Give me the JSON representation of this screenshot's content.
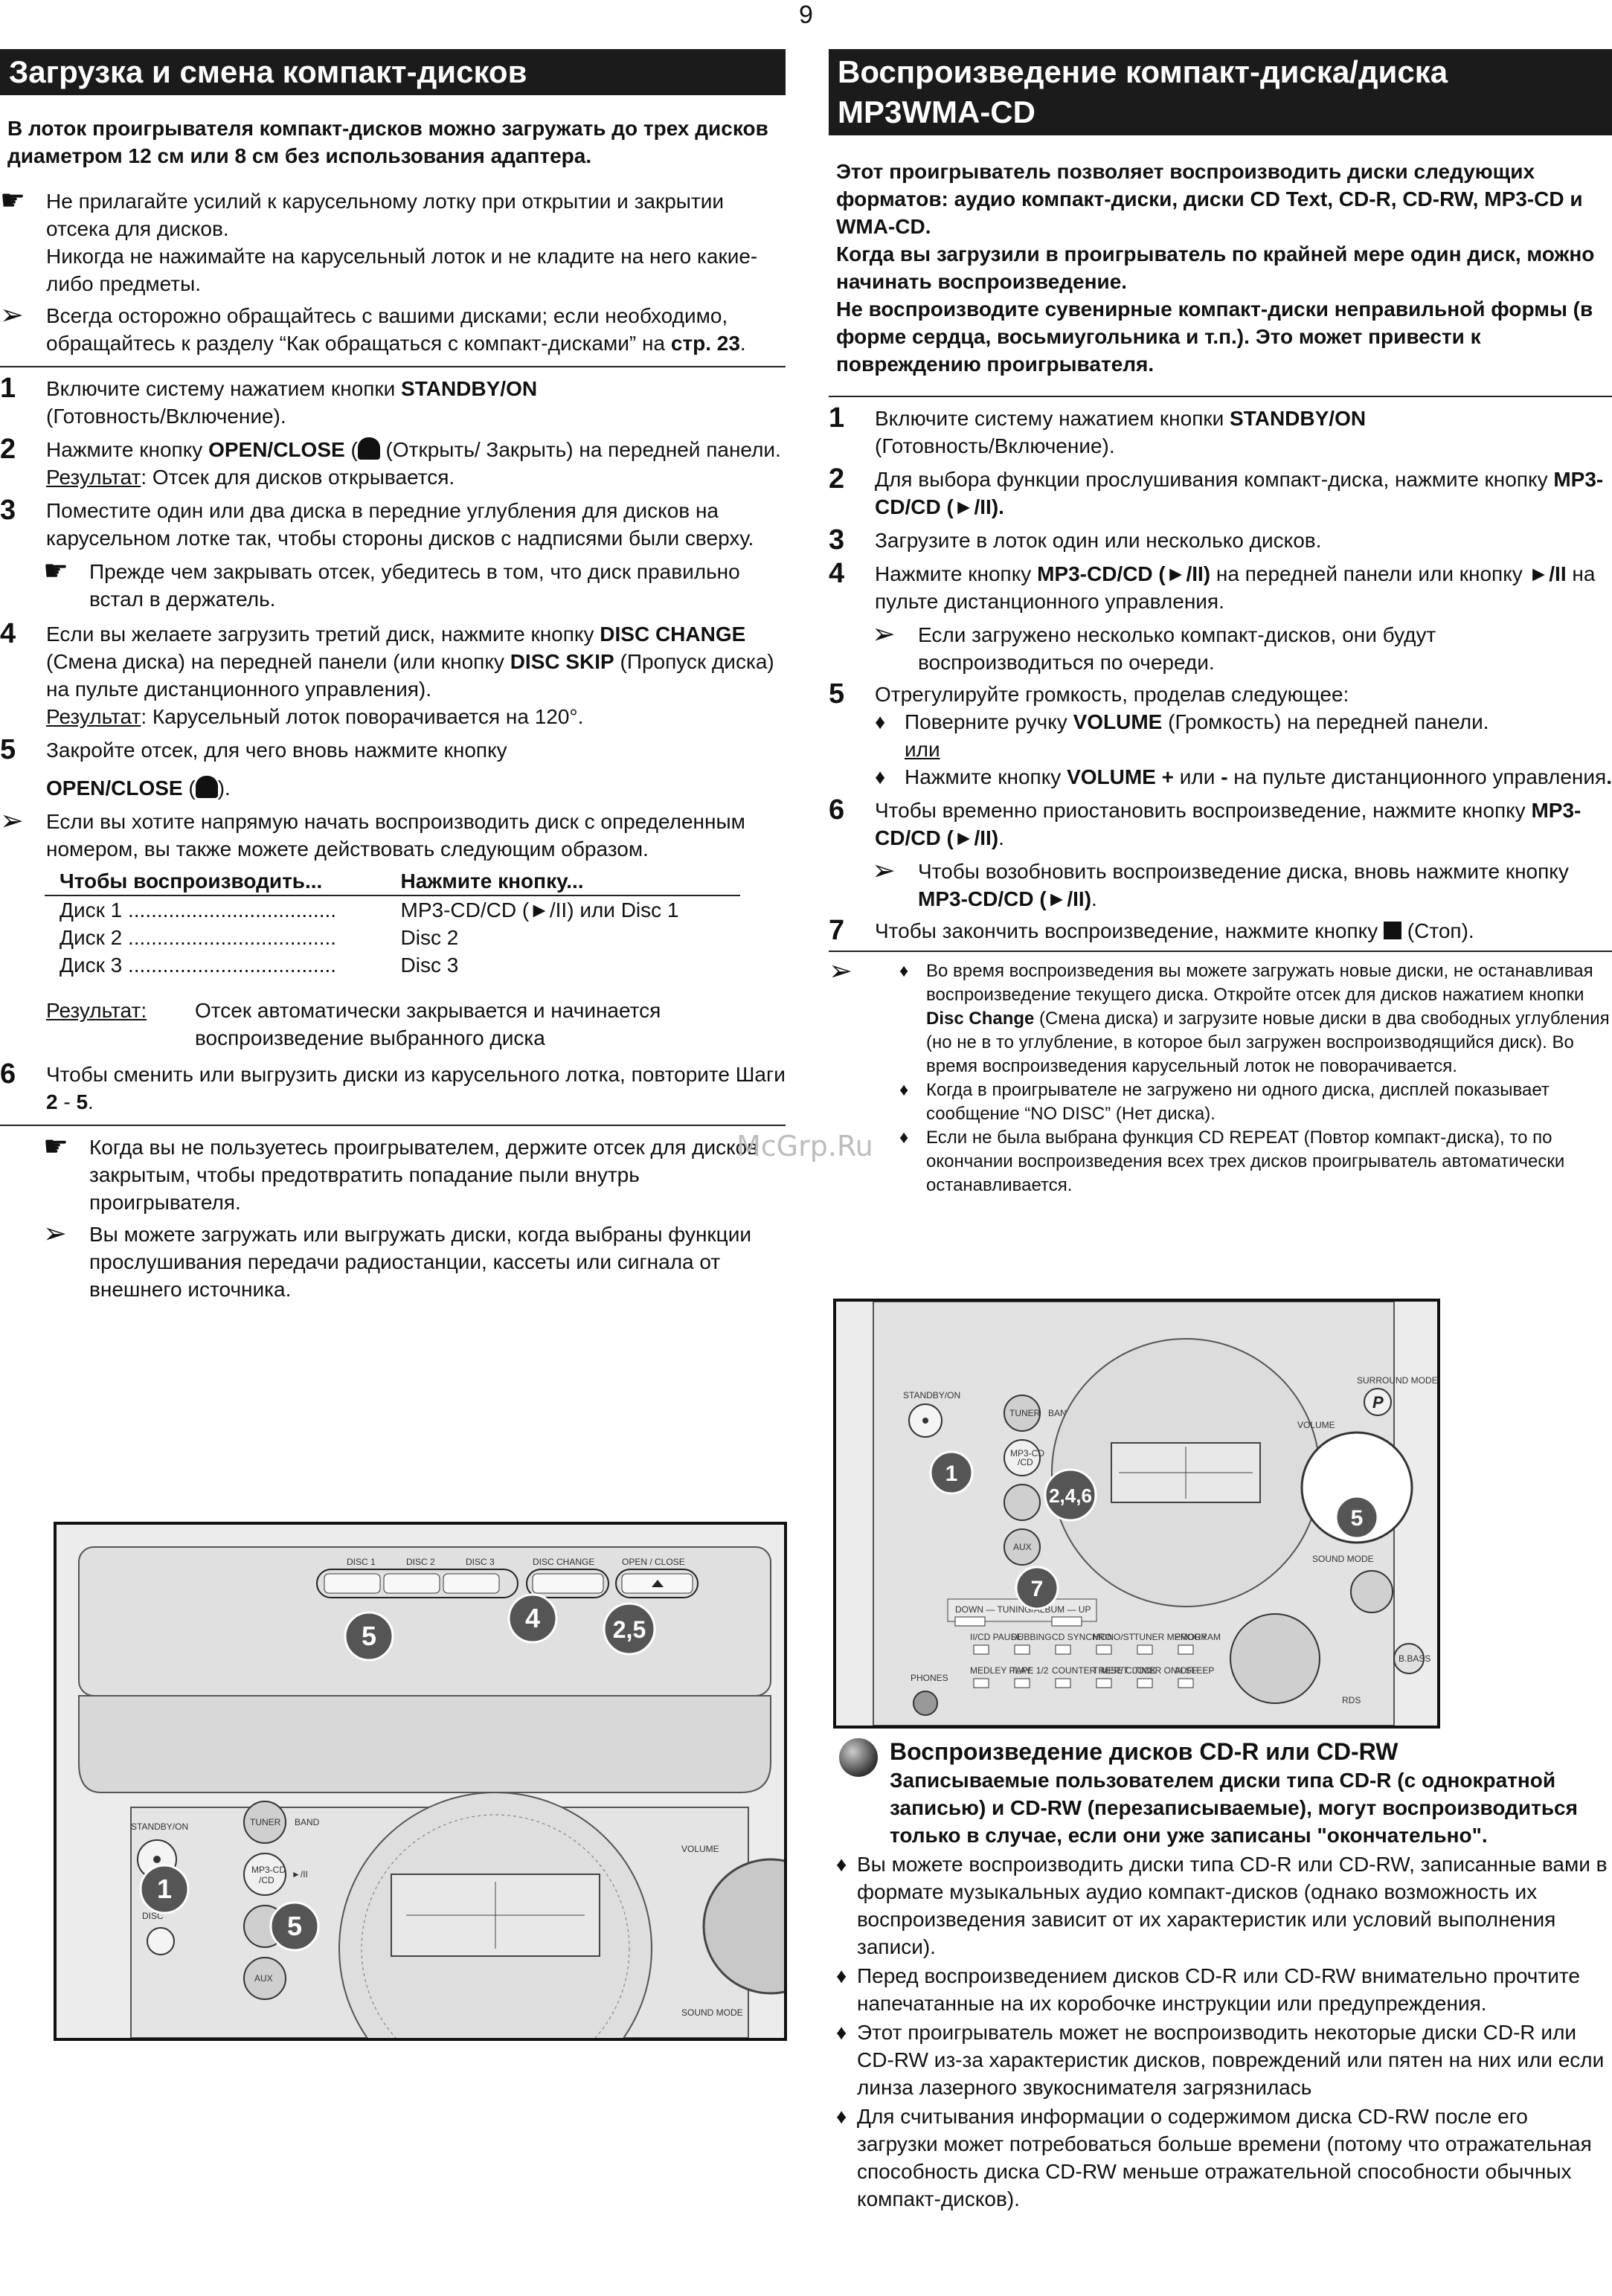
{
  "page_number": "9",
  "left": {
    "title": "Загрузка и смена компакт-дисков",
    "intro": "В лоток проигрывателя компакт-дисков можно загружать до трех дисков диаметром 12 см или 8 см без использования адаптера.",
    "note1_a": "Не прилагайте усилий к карусельному лотку при открытии и закрытии отсека для дисков.",
    "note1_b": "Никогда не нажимайте на карусельный лоток и не кладите на него какие-либо предметы.",
    "note2_a": "Всегда осторожно обращайтесь с вашими дисками; если необходимо, обращайтесь к разделу “Как обращаться с компакт-дисками” на ",
    "note2_b": "стр. 23",
    "note2_c": ".",
    "step1_a": "Включите систему нажатием кнопки ",
    "step1_b": "STANDBY/ON",
    "step1_c": "(Готовность/Включение).",
    "step2_a": "Нажмите кнопку ",
    "step2_b": "OPEN/CLOSE",
    "step2_c": " (Открыть/ Закрыть) на передней панели.",
    "result_label": "Результат",
    "step2_result": ": Отсек для дисков открывается.",
    "step3": "Поместите один или два диска в передние углубления для дисков на карусельном лотке так, чтобы стороны дисков с надписями были сверху.",
    "step3_note": "Прежде чем закрывать отсек, убедитесь в том, что диск правильно встал в держатель.",
    "step4_a": "Если вы желаете загрузить третий диск, нажмите кнопку ",
    "step4_b": "DISC CHANGE",
    "step4_c": " (Смена диска) на передней панели (или кнопку ",
    "step4_d": "DISC SKIP",
    "step4_e": " (Пропуск диска) на пульте дистанционного управления).",
    "step4_result": ": Карусельный лоток поворачивается на 120°.",
    "step5_a": "Закройте отсек, для чего вновь нажмите кнопку",
    "step5_b": "OPEN/CLOSE",
    "step5_c": ").",
    "step5_note": "Если вы хотите напрямую начать воспроизводить диск с определенным номером, вы также можете действовать следующим образом.",
    "table_head_1": "Чтобы воспроизводить...",
    "table_head_2": "Нажмите кнопку...",
    "table_rows": [
      {
        "a": "Диск 1 ....................................",
        "b": "MP3-CD/CD (►/II) или Disc 1"
      },
      {
        "a": "Диск 2 ....................................",
        "b": "Disc 2"
      },
      {
        "a": "Диск 3 ....................................",
        "b": "Disc 3"
      }
    ],
    "result2_label": "Результат:",
    "result2_text": "Отсек автоматически закрывается и начинается воспроизведение выбранного диска",
    "step6_a": "Чтобы сменить или выгрузить диски из карусельного лотка, повторите Шаги ",
    "step6_b": "2",
    "step6_c": " - ",
    "step6_d": "5",
    "step6_e": ".",
    "final_note1": "Когда вы не пользуетесь проигрывателем, держите отсек для дисков закрытым, чтобы предотвратить попадание пыли внутрь проигрывателя.",
    "final_note2": "Вы можете загружать или выгружать диски, когда выбраны функции прослушивания передачи радиостанции, кассеты или сигнала от внешнего источника."
  },
  "right": {
    "title_1": "Воспроизведение компакт-диска/диска",
    "title_2": "MP3WMA-CD",
    "intro_1": "Этот проигрыватель позволяет воспроизводить диски следующих форматов: аудио компакт-диски, диски CD Text, CD-R, CD-RW, MP3-CD и WMA-CD.",
    "intro_2": "Когда вы загрузили в проигрыватель по крайней мере один диск, можно начинать воспроизведение.",
    "intro_3": "Не воспроизводите сувенирные компакт-диски неправильной формы (в форме сердца, восьмиугольника и т.п.). Это может привести к повреждению проигрывателя.",
    "s1_a": "Включите систему нажатием кнопки ",
    "s1_b": "STANDBY/ON",
    "s1_c": "(Готовность/Включение).",
    "s2_a": "Для выбора функции прослушивания компакт-диска, нажмите кнопку ",
    "s2_b": "MP3-CD/CD (►/II).",
    "s3": "Загрузите в лоток один или несколько дисков.",
    "s4_a": "Нажмите кнопку ",
    "s4_b": "MP3-CD/CD (►/II)",
    "s4_c": " на передней панели или кнопку ",
    "s4_d": "►/II",
    "s4_e": " на пульте дистанционного управления.",
    "s4_note": " Если загружено несколько компакт-дисков, они будут воспроизводиться по очереди.",
    "s5": "Отрегулируйте громкость, проделав следующее:",
    "s5_b1_a": "Поверните ручку ",
    "s5_b1_b": "VOLUME",
    "s5_b1_c": " (Громкость) на передней панели.",
    "s5_or": "или",
    "s5_b2_a": "Нажмите кнопку ",
    "s5_b2_b": "VOLUME +",
    "s5_b2_c": " или ",
    "s5_b2_d": "-",
    "s5_b2_e": " на пульте дистанционного управления",
    "s5_b2_f": ".",
    "s6_a": "Чтобы временно приостановить воспроизведение, нажмите кнопку ",
    "s6_b": "MP3-CD/CD (►/II)",
    "s6_c": ".",
    "s6_note_a": " Чтобы возобновить воспроизведение диска, вновь нажмите кнопку ",
    "s6_note_b": "MP3-CD/CD (►/II)",
    "s6_note_c": ".",
    "s7_a": "Чтобы закончить воспроизведение, нажмите кнопку ",
    "s7_b": " (Стоп).",
    "small_1_a": "Во время воспроизведения вы можете загружать новые диски, не останавливая воспроизведение текущего диска. Откройте отсек для дисков нажатием кнопки ",
    "small_1_b": "Disc Change",
    "small_1_c": " (Смена диска) и загрузите новые диски в два свободных углубления (но не в то углубление, в которое был загружен воспроизводящийся диск). Во время воспроизведения карусельный лоток не поворачивается.",
    "small_2": "Когда в проигрывателе не загружено ни одного диска, дисплей показывает сообщение “NO DISC” (Нет диска).",
    "small_3": "Если не была выбрана функция CD REPEAT (Повтор компакт-диска), то по окончании воспроизведения всех трех дисков проигрыватель автоматически останавливается."
  },
  "watermark": "McGrp.Ru",
  "cdr": {
    "title": "Воспроизведение дисков CD-R или CD-RW",
    "subtitle": "Записываемые пользователем диски типа CD-R (с однократной записью) и CD-RW (перезаписываемые), могут воспроизводиться только в случае, если они уже записаны \"окончательно\".",
    "bullets": [
      "Вы можете воспроизводить диски типа CD-R или CD-RW, записанные вами в формате музыкальных аудио компакт-дисков (однако возможность их воспроизведения зависит от их характеристик или условий выполнения записи).",
      "Перед воспроизведением дисков CD-R или CD-RW внимательно прочтите напечатанные на их коробочке инструкции или предупреждения.",
      "Этот проигрыватель может не воспроизводить некоторые диски CD-R или CD-RW из-за характеристик дисков, повреждений или пятен на них или если линза лазерного звукоснимателя загрязнилась",
      "Для считывания информации о содержимом диска CD-RW после его загрузки может потребоваться больше времени (потому что отражательная способность диска CD-RW меньше отражательной способности обычных компакт-дисков)."
    ]
  },
  "fig_left": {
    "labels": {
      "disc1": "DISC 1",
      "disc2": "DISC 2",
      "disc3": "DISC 3",
      "disc_change": "DISC CHANGE",
      "open_close": "OPEN / CLOSE",
      "standby": "STANDBY/ON",
      "tuner": "TUNER",
      "band": "BAND",
      "mp3": "MP3-CD",
      "cd": "/CD",
      "play": "►/II",
      "aux": "AUX",
      "volume": "VOLUME",
      "sound_mode": "SOUND MODE",
      "disc_frag": "DISC"
    },
    "callouts": {
      "c5a": "5",
      "c4": "4",
      "c25": "2,5",
      "c1": "1",
      "c5b": "5"
    }
  },
  "fig_right": {
    "labels": {
      "standby": "STANDBY/ON",
      "tuner": "TUNER",
      "band": "BAND",
      "mp3": "MP3-CD",
      "cd": "/CD",
      "aux": "AUX",
      "volume": "VOLUME",
      "surround": "SURROUND MODE",
      "sound_mode": "SOUND MODE",
      "p": "P",
      "down_up": "DOWN — TUNING/ALBUM — UP",
      "phones": "PHONES",
      "bbass": "B.BASS",
      "rds": "RDS",
      "btn_row1": [
        "II/CD PAUSE",
        "DUBBING",
        "CD SYNCHRO",
        "MONO/ST",
        "TUNER MEMORY",
        "PROGRAM"
      ],
      "btn_row2": [
        "MEDLEY PLAY",
        "TAPE 1/2",
        "COUNTER RESET",
        "TIMER/ CLOCK",
        "TIMER ON/OFF",
        "AI SLEEP"
      ]
    },
    "callouts": {
      "c1": "1",
      "c246": "2,4,6",
      "c5": "5",
      "c7": "7"
    }
  }
}
